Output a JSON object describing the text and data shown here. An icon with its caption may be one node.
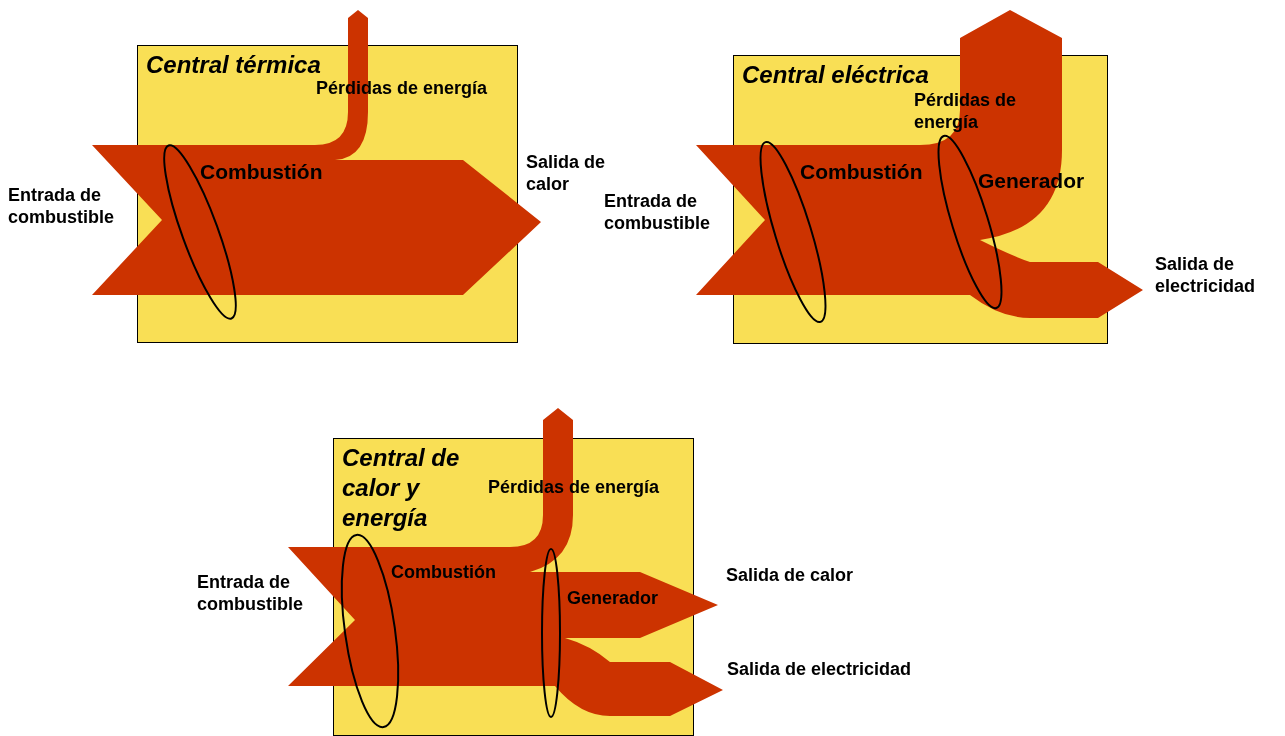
{
  "diagram": {
    "nodes": [
      {
        "text": [
          "Central térmica"
        ]
      },
      {
        "text": [
          "Central eléctrica"
        ]
      },
      {
        "text": [
          "Central de calor y energía"
        ]
      }
    ],
    "labels": [
      "Pérdidas de energía",
      "Combustión",
      "Entrada de combustible",
      "Salida de calor",
      "Pérdidas de energía",
      "Combustión",
      "Generador",
      "Entrada de combustible",
      "Salida de electricidad",
      "Pérdidas de energía",
      "Combustión",
      "Salida de calor",
      "Generador",
      "Entrada de combustible",
      "Salida de electricidad"
    ]
  }
}
